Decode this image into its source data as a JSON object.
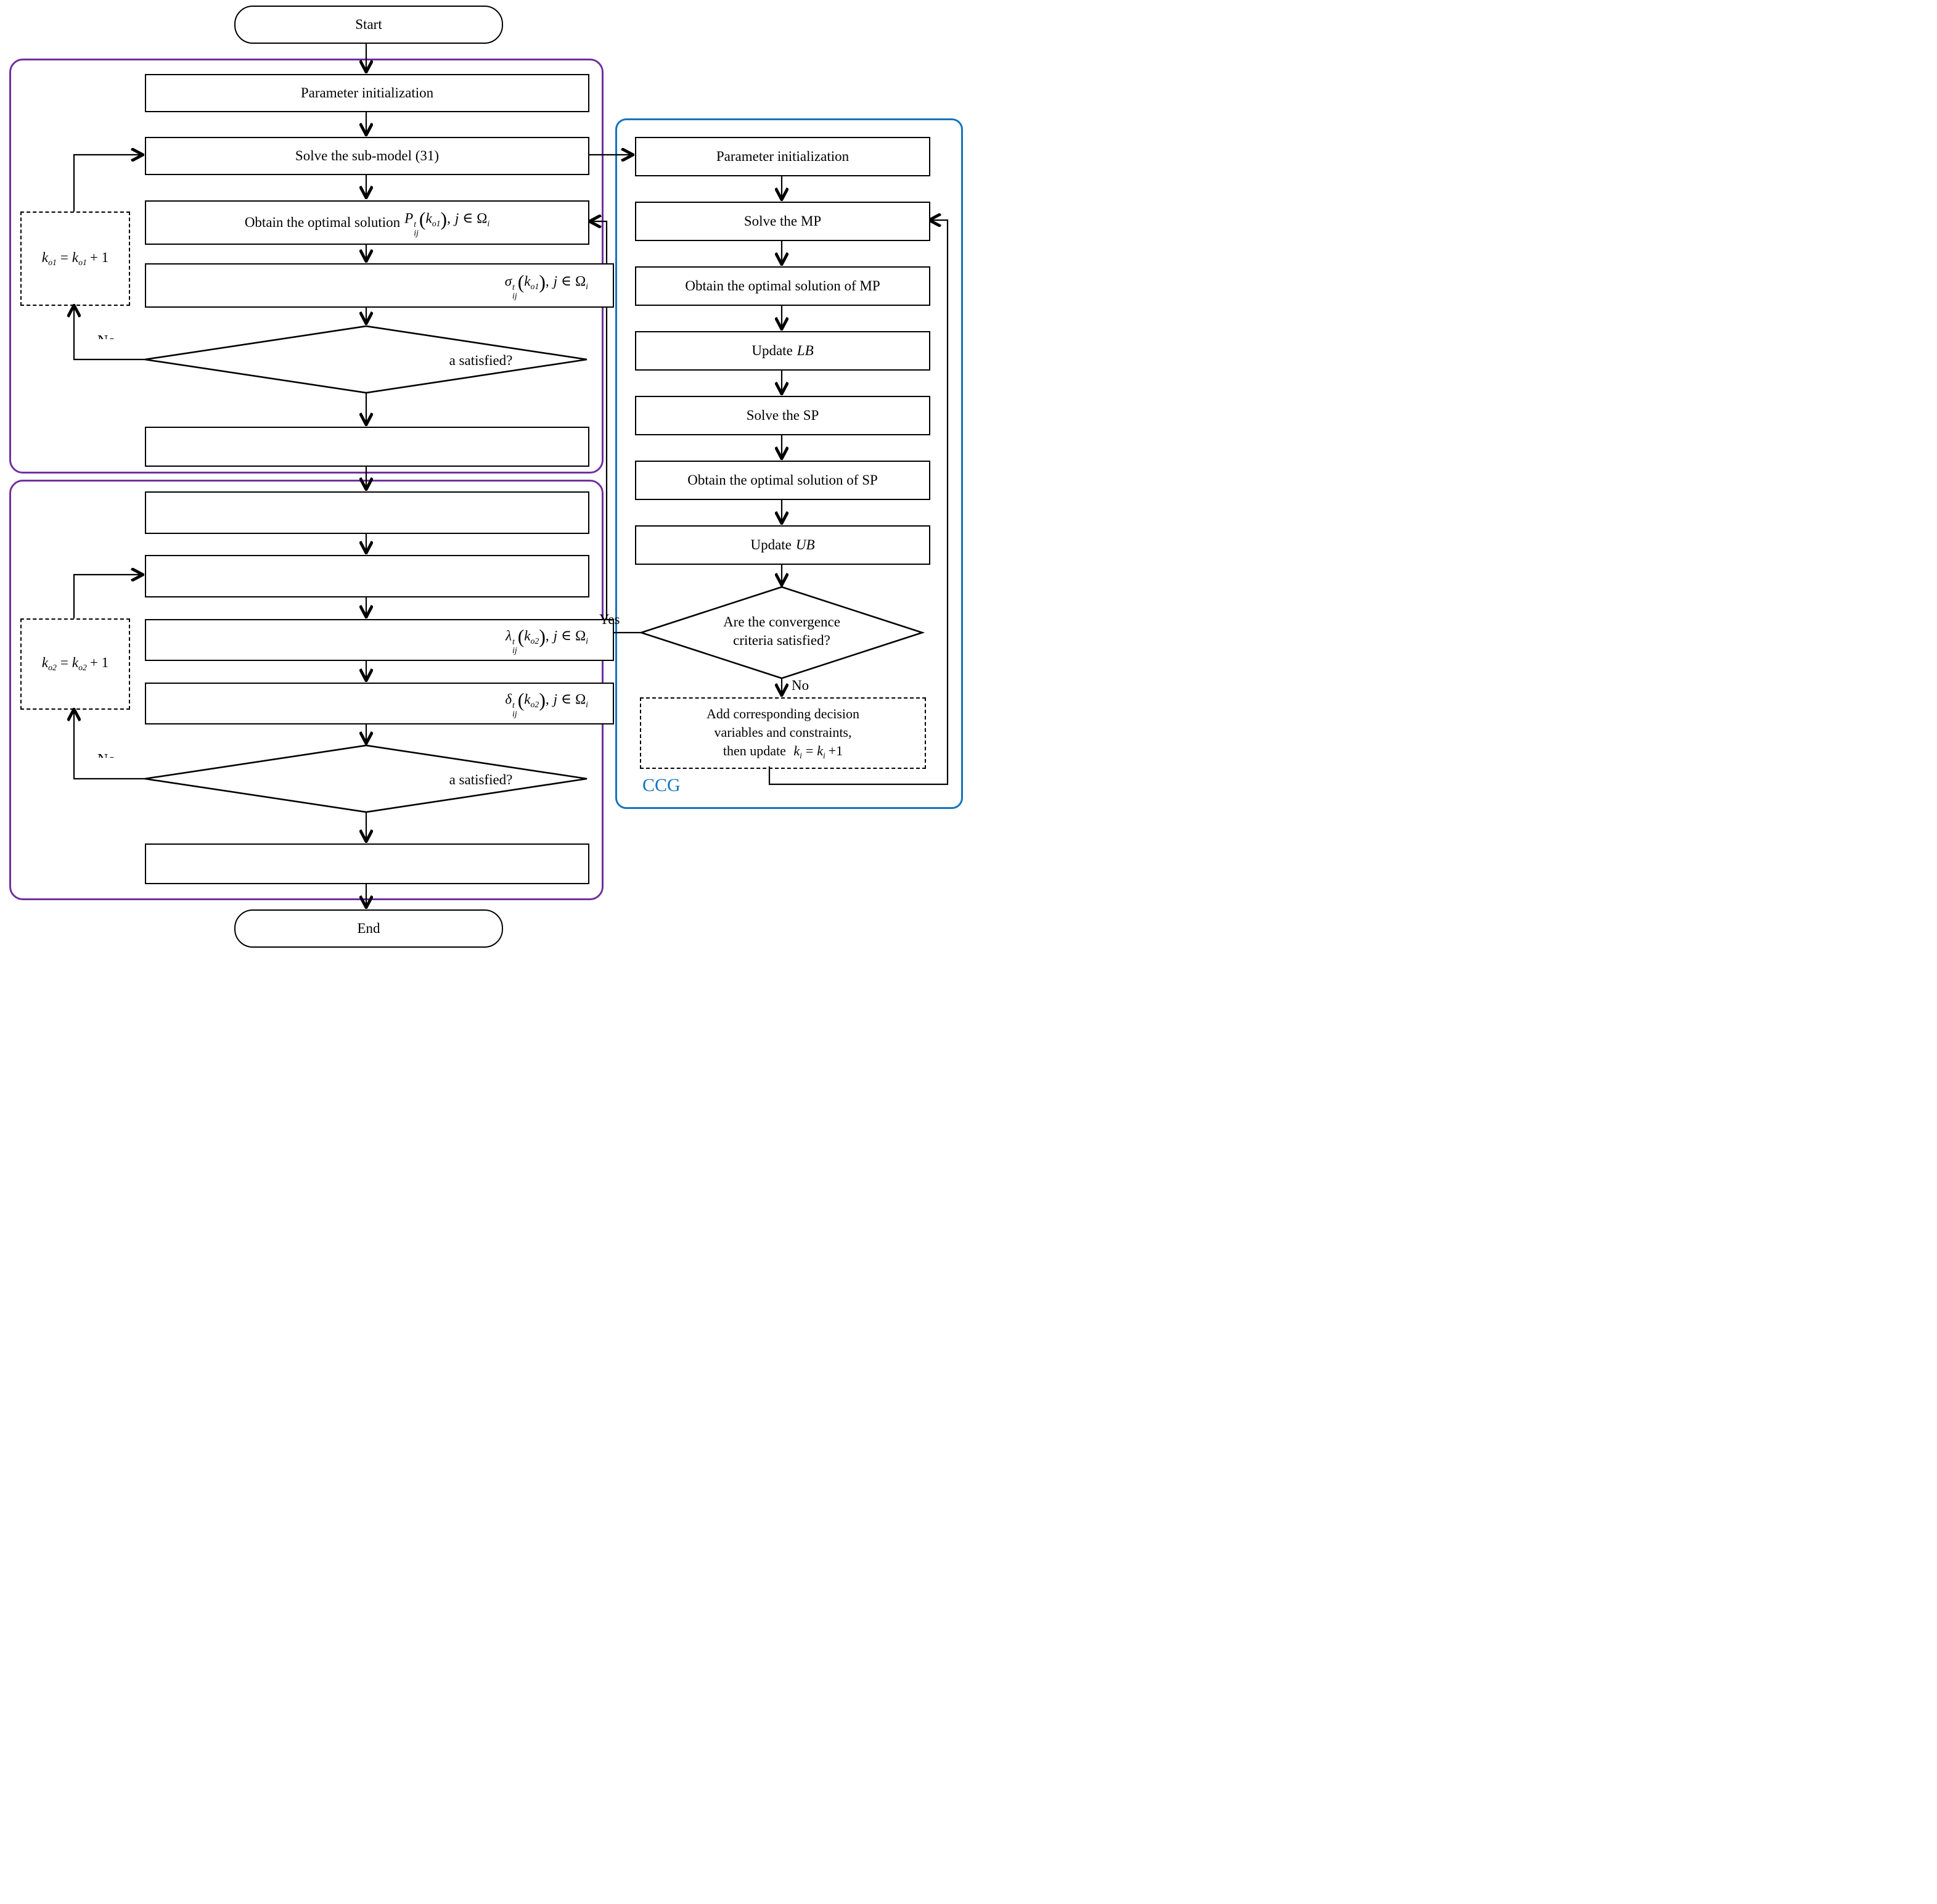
{
  "colors": {
    "purple": "#7030A0",
    "blue": "#1374BC",
    "ccg_text": "#1374BC"
  },
  "terminals": {
    "start": "Start",
    "end": "End"
  },
  "upper_loop": {
    "param_init": "Parameter initialization",
    "solve_submodel": "Solve the sub-model (31)",
    "obtain_prefix": "Obtain the optimal solution",
    "decision": "a satisfied?",
    "no_clipped": "No",
    "formulas": {
      "p": {
        "v": "P",
        "sup": "t",
        "sub": "ij",
        "open": "(",
        "karg": "k",
        "ksub": "o1",
        "close": ")",
        "comma": ",",
        "j": "j",
        "in": "∈",
        "omega": "Ω",
        "osub": "i"
      },
      "sigma": {
        "v": "σ",
        "sup": "t",
        "sub": "ij",
        "open": "(",
        "karg": "k",
        "ksub": "o1",
        "close": ")",
        "comma": ",",
        "j": "j",
        "in": "∈",
        "omega": "Ω",
        "osub": "i"
      },
      "counter": {
        "lhs": "k",
        "lsub": "o1",
        "eq": "=",
        "rhs": "k",
        "rsub": "o1",
        "inc": "+ 1"
      }
    }
  },
  "lower_loop": {
    "decision": "a satisfied?",
    "no_clipped": "No",
    "formulas": {
      "lambda": {
        "v": "λ",
        "sup": "t",
        "sub": "ij",
        "open": "(",
        "karg": "k",
        "ksub": "o2",
        "close": ")",
        "comma": ",",
        "j": "j",
        "in": "∈",
        "omega": "Ω",
        "osub": "i"
      },
      "delta": {
        "v": "δ",
        "sup": "t",
        "sub": "ij",
        "open": "(",
        "karg": "k",
        "ksub": "o2",
        "close": ")",
        "comma": ",",
        "j": "j",
        "in": "∈",
        "omega": "Ω",
        "osub": "i"
      },
      "counter": {
        "lhs": "k",
        "lsub": "o2",
        "eq": "=",
        "rhs": "k",
        "rsub": "o2",
        "inc": "+ 1"
      }
    }
  },
  "ccg": {
    "title": "CCG",
    "param_init": "Parameter initialization",
    "solve_mp": "Solve the MP",
    "obtain_mp": "Obtain the optimal solution of MP",
    "update_word": "Update",
    "lb": "LB",
    "solve_sp": "Solve the SP",
    "obtain_sp": "Obtain the optimal solution of SP",
    "ub": "UB",
    "decision_line1": "Are  the convergence",
    "decision_line2": "criteria satisfied?",
    "yes": "Yes",
    "no": "No",
    "add_line1": "Add corresponding decision",
    "add_line2": "variables and constraints,",
    "add_line3": "then update",
    "counter": {
      "lhs": "k",
      "lsub": "i",
      "eq": "=",
      "rhs": "k",
      "rsub": "i",
      "inc": "+1"
    }
  }
}
